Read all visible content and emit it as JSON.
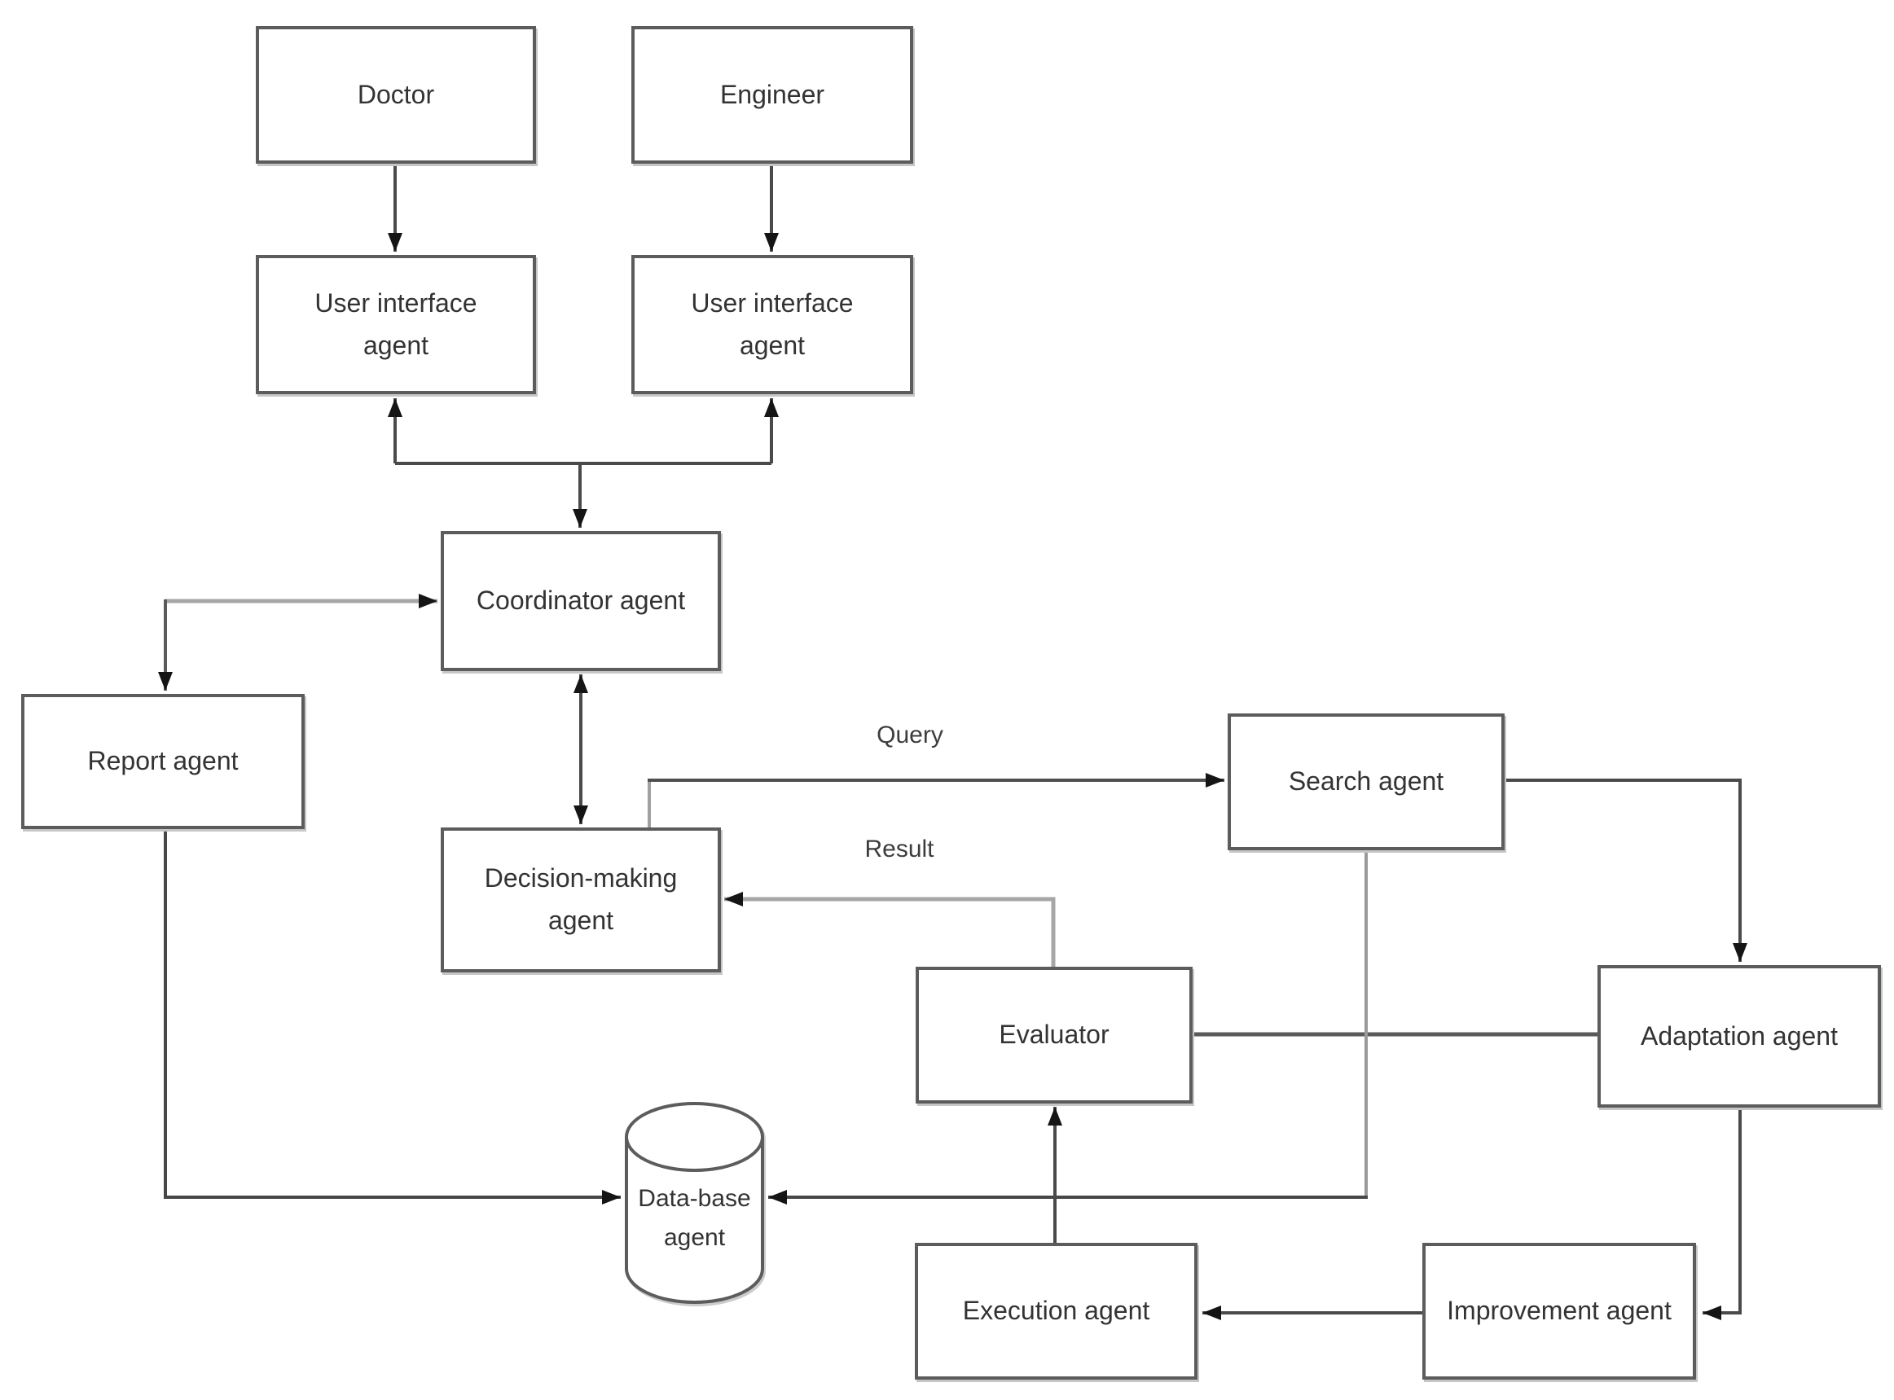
{
  "diagram": {
    "nodes": {
      "doctor": {
        "label": "Doctor"
      },
      "engineer": {
        "label": "Engineer"
      },
      "ui_agent_doctor": {
        "label": "User interface agent"
      },
      "ui_agent_engineer": {
        "label": "User interface agent"
      },
      "coordinator": {
        "label": "Coordinator agent"
      },
      "report": {
        "label": "Report agent"
      },
      "decision": {
        "label": "Decision-making agent"
      },
      "search": {
        "label": "Search agent"
      },
      "evaluator": {
        "label": "Evaluator"
      },
      "adaptation": {
        "label": "Adaptation agent"
      },
      "database": {
        "label": "Data-base agent"
      },
      "execution": {
        "label": "Execution agent"
      },
      "improvement": {
        "label": "Improvement agent"
      }
    },
    "edge_labels": {
      "query": "Query",
      "result": "Result"
    },
    "edges": [
      {
        "from": "doctor",
        "to": "ui_agent_doctor"
      },
      {
        "from": "engineer",
        "to": "ui_agent_engineer"
      },
      {
        "from": "coordinator",
        "to": "ui_agent_doctor",
        "bidirectional": true
      },
      {
        "from": "coordinator",
        "to": "ui_agent_engineer",
        "bidirectional": true
      },
      {
        "from": "report",
        "to": "coordinator",
        "bidirectional": true
      },
      {
        "from": "coordinator",
        "to": "decision",
        "bidirectional": true
      },
      {
        "from": "decision",
        "to": "search",
        "label": "Query"
      },
      {
        "from": "evaluator",
        "to": "decision",
        "label": "Result"
      },
      {
        "from": "search",
        "to": "adaptation"
      },
      {
        "from": "evaluator",
        "to": "adaptation",
        "style": "plain"
      },
      {
        "from": "search",
        "to": "database"
      },
      {
        "from": "report",
        "to": "database"
      },
      {
        "from": "execution",
        "to": "evaluator"
      },
      {
        "from": "adaptation",
        "to": "improvement"
      },
      {
        "from": "improvement",
        "to": "execution"
      }
    ],
    "colors": {
      "background": "#ffffff",
      "box_border": "#5c5c5c",
      "line_dark": "#4a4a4a",
      "line_gray": "#a6a6a6",
      "arrowhead": "#151515",
      "text": "#333333"
    }
  }
}
